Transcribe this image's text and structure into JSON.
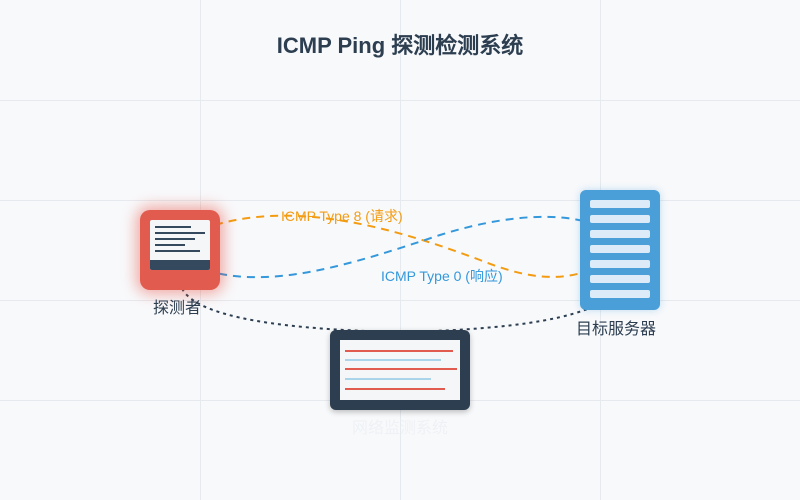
{
  "title": "ICMP Ping 探测检测系统",
  "colors": {
    "request": "#f39c12",
    "response": "#3498db",
    "monitor_link": "#2c3e50",
    "probe": "#e25b4f",
    "server": "#4b9fd8",
    "monitor": "#2c3e50"
  },
  "nodes": {
    "probe": {
      "label": "探测者",
      "icon": "computer-icon"
    },
    "server": {
      "label": "目标服务器",
      "icon": "server-icon"
    },
    "monitor": {
      "label": "网络监测系统",
      "icon": "monitor-icon"
    }
  },
  "flows": {
    "request": {
      "label": "ICMP Type 8 (请求)"
    },
    "response": {
      "label": "ICMP Type 0 (响应)"
    }
  }
}
